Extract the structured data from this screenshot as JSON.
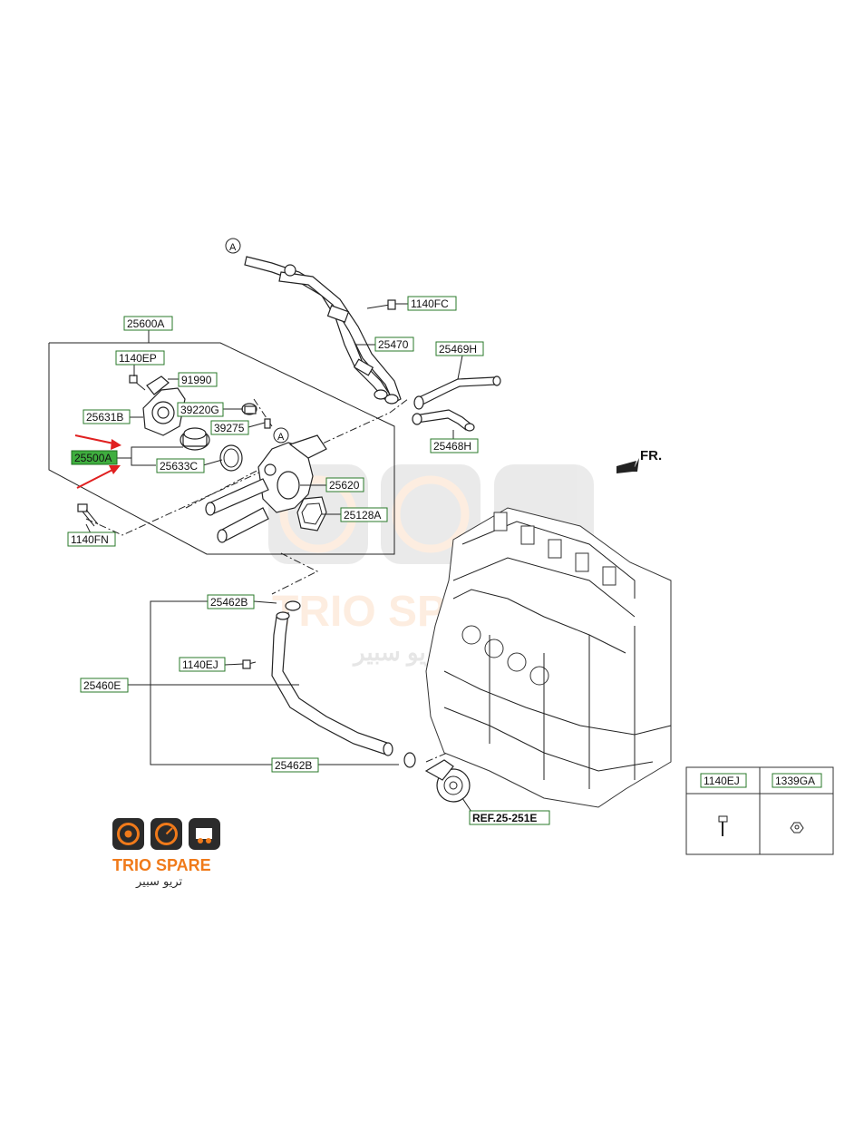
{
  "labels": {
    "p25600A": "25600A",
    "p1140EP": "1140EP",
    "p91990": "91990",
    "p25631B": "25631B",
    "p39220G": "39220G",
    "p39275": "39275",
    "p25500A": "25500A",
    "p25633C": "25633C",
    "p25620": "25620",
    "p25128A": "25128A",
    "p1140FN": "1140FN",
    "p1140FC": "1140FC",
    "p25470": "25470",
    "p25469H": "25469H",
    "p25468H": "25468H",
    "p25462B_top": "25462B",
    "p1140EJ": "1140EJ",
    "p25460E": "25460E",
    "p25462B_bot": "25462B",
    "ref": "REF.25-251E"
  },
  "markers": {
    "a_top": "A",
    "a_mid": "A"
  },
  "direction": "FR.",
  "legend": {
    "col1": "1140EJ",
    "col2": "1339GA"
  },
  "watermark": {
    "text": "TRIO SPARE",
    "arabic": "تريو سبير"
  },
  "logo": {
    "text": "TRIO SPARE",
    "arabic": "تريو سبير"
  },
  "colors": {
    "label_border": "#2a7a2a",
    "highlight": "#3fae3f",
    "arrow": "#e02020",
    "brand_orange": "#f07a1a",
    "brand_dark": "#2b2b2b"
  }
}
